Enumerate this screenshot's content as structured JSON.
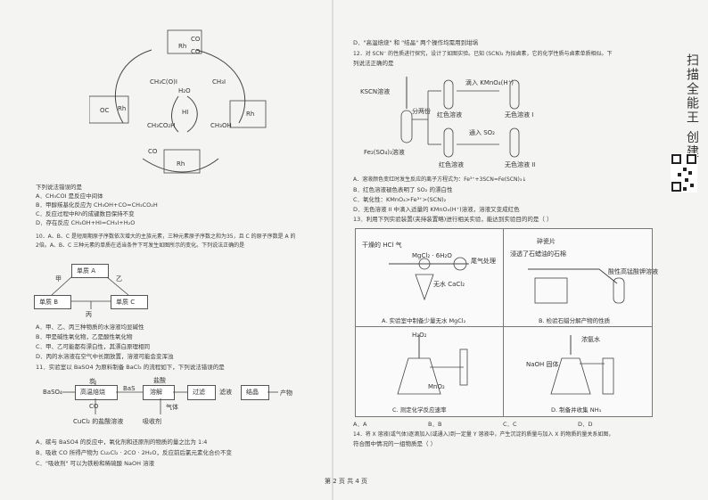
{
  "catalytic_cycle": {
    "co": "CO",
    "rh": "Rh",
    "ch3_oc": "CH₃C(O)I",
    "ch3co2h": "CH₃CO₂H",
    "h2o": "H₂O",
    "hi": "HI",
    "ch3i": "CH₃I",
    "ch3oh": "CH₃OH",
    "oc": "OC",
    "i": "I",
    "ch3": "CH₃"
  },
  "left": {
    "q9_stem": "下列说法错误的是",
    "q9_opts": [
      "A．CH₃COI 是反应中间体",
      "B．甲醇羰基化反应为 CH₃OH+CO=CH₃CO₂H",
      "C．反应过程中Rh的成键数目保持不变",
      "D．存在反应 CH₃OH+HI=CH₃I+H₂O"
    ],
    "q10_line1": "10．A、B、C 是短周期原子序数依次增大的主族元素，三种元素原子序数之和为35，且 C 的原子序数是 A 的",
    "q10_line2": "2倍。A、B、C 三种元素的单质在适当条件下可发生如图所示的变化。下列说法正确的是",
    "diag_a": "单质 A",
    "diag_b": "单质 B",
    "diag_c": "单质 C",
    "diag_jia": "甲",
    "diag_yi": "乙",
    "diag_bing": "丙",
    "q10_opts": [
      "A．甲、乙、丙三种物质的水溶液均显碱性",
      "B．甲是碱性氧化物，乙是酸性氧化物",
      "C．甲、乙可能都有漂白性，其漂白原理相同",
      "D．丙的水溶液在空气中长期放置，溶液可能会变浑浊"
    ],
    "q11_stem": "11．实验室以 BaSO4 为原料制备 BaCl₂ 的流程如下，下列说法错误的是",
    "flow_baso4": "BaSO₄",
    "flow_tan": "炭",
    "flow_step1": "高温焙烧",
    "flow_bas": "BaS",
    "flow_hcl": "盐酸",
    "flow_step2": "溶解",
    "flow_co": "CO",
    "flow_gas": "气体",
    "flow_cucl2": "CuCl₂ 的盐酸溶液",
    "flow_absorb": "吸收剂",
    "flow_step3": "过滤",
    "flow_step4": "滤液",
    "flow_step5": "结晶",
    "flow_product": "产物",
    "q11_opts": [
      "A．碳与 BaSO4 的反应中，氧化剂和还原剂的物质的量之比为 1:4",
      "B．吸收 CO 所得产物为 Cu₂Cl₂ · 2CO · 2H₂O，反应前后氯元素化合价不变",
      "C．\"吸收剂\" 可以为铁粉和稀硫酸 NaOH 溶液"
    ]
  },
  "right": {
    "q_d": "D．\"高温焙烧\" 和 \"结晶\" 两个操作均需用到坩埚",
    "q12_line1": "12．对 SCN⁻ 的性质进行探究，设计了如图实验。已知 (SCN)₂ 为拟卤素，它的化学性质与卤素单质相似。下",
    "q12_line2": "列说法正确的是",
    "kscn": "KSCN溶液",
    "split": "分两份",
    "fe2so43": "Fe₂(SO₄)₃溶液",
    "kmno4": "滴入 KMnO₄(H⁺)",
    "so2": "通入 SO₂",
    "red1": "红色溶液",
    "red2": "红色溶液",
    "colorless1": "无色溶液 I",
    "colorless2": "无色溶液 II",
    "q12_opts": [
      "A．溶液颜色变红时发生反应的离子方程式为：Fe³⁺+3SCN=Fe(SCN)₃↓",
      "B．红色溶液褪色表明了 SO₂ 的漂白性",
      "C．氧化性：KMnO₄>Fe³⁺>(SCN)₂",
      "D．无色溶液 II 中滴入适量的 KMnO₄(H⁺)溶液，溶液又变成红色"
    ],
    "q13_stem": "13．利用下列实验装置(夹持装置略)进行相关实验，能达到实验目的的是（    ）",
    "app_a_labels": [
      "干燥的 HCl 气",
      "MgCl₂ · 6H₂O",
      "尾气处理",
      "无水 CaCl₂"
    ],
    "app_b_labels": [
      "碎瓷片",
      "浸透了石蜡油的石棉",
      "酸性高锰酸钾溶液"
    ],
    "app_c_labels": [
      "H₂O₂",
      "MnO₂"
    ],
    "app_d_labels": [
      "浓氨水",
      "NaOH 固体"
    ],
    "cap_a": "A. 实验室中制备少量无水 MgCl₂",
    "cap_b": "B. 检验石蜡分解产物的性质",
    "cap_c": "C. 测定化学反应速率",
    "cap_d": "D. 制备并收集 NH₃",
    "q13_opts": [
      "A．A",
      "B．B",
      "C．C",
      "D．D"
    ],
    "q14_line1": "14．将 X 溶液(或气体)逐滴加入(或通入)到一定量 Y 溶液中，产生沉淀的质量与加入 X 的物质的量关系如图，",
    "q14_line2": "符合图中情况的一组物质是（    ）",
    "footer": "第 2 页 共 4 页",
    "side_text": "扫描全能王 创建"
  }
}
